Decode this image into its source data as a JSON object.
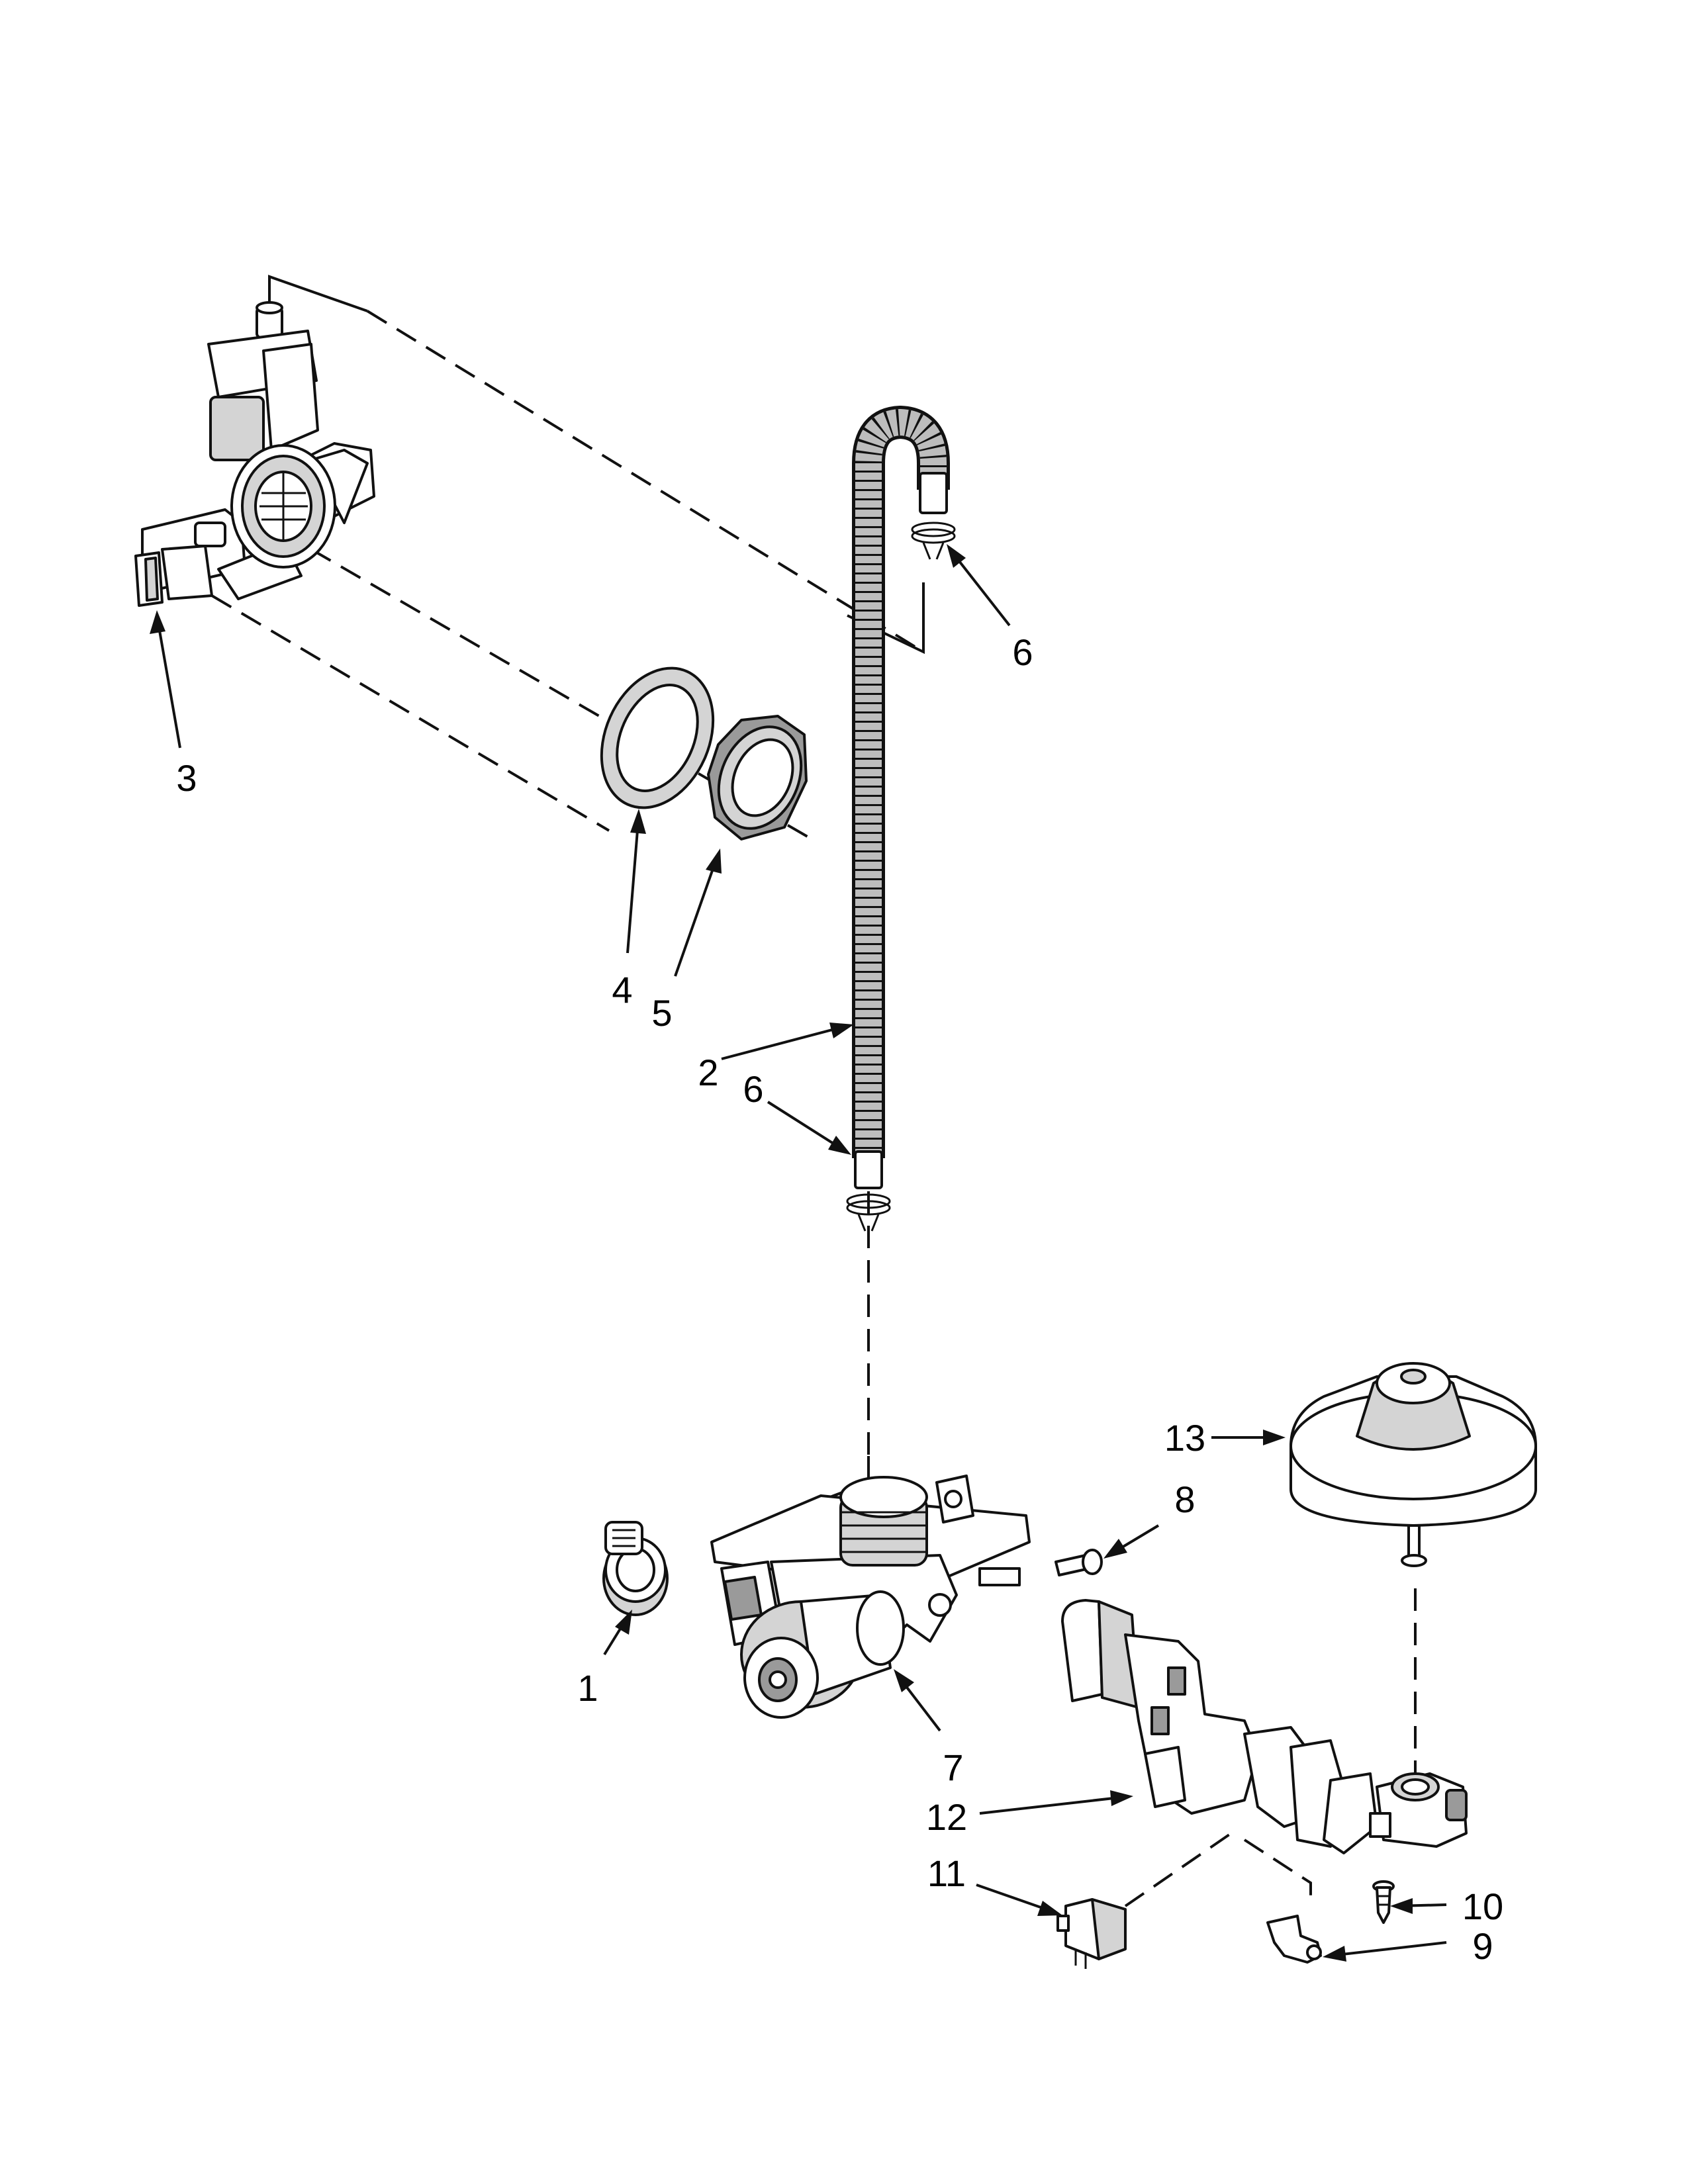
{
  "callouts": {
    "c1": "1",
    "c2": "2",
    "c3": "3",
    "c4": "4",
    "c5": "5",
    "c6_top": "6",
    "c6_mid": "6",
    "c7": "7",
    "c8": "8",
    "c9": "9",
    "c10": "10",
    "c11": "11",
    "c12": "12",
    "c13": "13"
  },
  "parts": [
    {
      "callout": "1",
      "icon": "hose-clamp-icon"
    },
    {
      "callout": "2",
      "icon": "drain-hose-icon"
    },
    {
      "callout": "3",
      "icon": "sump-fitting-icon"
    },
    {
      "callout": "4",
      "icon": "gasket-ring-icon"
    },
    {
      "callout": "5",
      "icon": "hex-nut-icon"
    },
    {
      "callout": "6",
      "icon": "spring-clamp-icon"
    },
    {
      "callout": "7",
      "icon": "drain-pump-icon"
    },
    {
      "callout": "8",
      "icon": "screw-icon"
    },
    {
      "callout": "9",
      "icon": "lever-icon"
    },
    {
      "callout": "10",
      "icon": "screw-icon"
    },
    {
      "callout": "11",
      "icon": "switch-icon"
    },
    {
      "callout": "12",
      "icon": "bracket-icon"
    },
    {
      "callout": "13",
      "icon": "float-icon"
    }
  ]
}
